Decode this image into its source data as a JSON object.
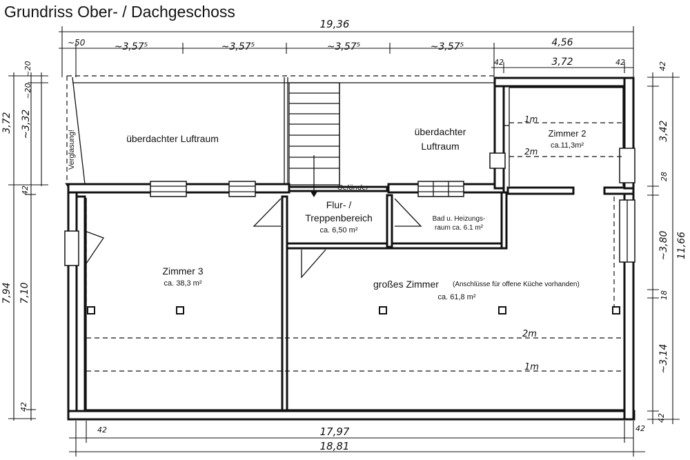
{
  "title": "Grundriss Ober- / Dachgeschoss",
  "rooms": {
    "luftraum_left": "überdachter Luftraum",
    "luftraum_right_1": "überdachter",
    "luftraum_right_2": "Luftraum",
    "verglasung": "Verglasung!",
    "gelaender": "Geländer",
    "flur_1": "Flur- /",
    "flur_2": "Treppenbereich",
    "flur_area": "ca. 6,50 m²",
    "bad_1": "Bad u. Heizungs-",
    "bad_2": "raum ca. 6.1 m²",
    "zimmer2_name": "Zimmer 2",
    "zimmer2_area": "ca.11,3m²",
    "zimmer3_name": "Zimmer 3",
    "zimmer3_area": "ca. 38,3 m²",
    "gross_name": "großes Zimmer",
    "gross_note": "(Anschlüsse für offene Küche vorhanden)",
    "gross_area": "ca. 61,8 m²",
    "height_1m": "1m",
    "height_2m": "2m"
  },
  "dims": {
    "top_total": "19,36",
    "top_50": "~50",
    "top_seg": "~3,57⁵",
    "top_456": "4,56",
    "top_42": "42",
    "top_372": "3,72",
    "bottom_1797": "17,97",
    "bottom_1881": "18,81",
    "bottom_42": "42",
    "left_372": "3,72",
    "left_20": "~20",
    "left_332": "~3,32",
    "left_42": "42",
    "left_794": "7,94",
    "left_710": "7,10",
    "right_42": "42",
    "right_342": "3,42",
    "right_28": "28",
    "right_380": "~3,80",
    "right_1166": "11,66",
    "right_18": "18",
    "right_314": "~3,14"
  }
}
